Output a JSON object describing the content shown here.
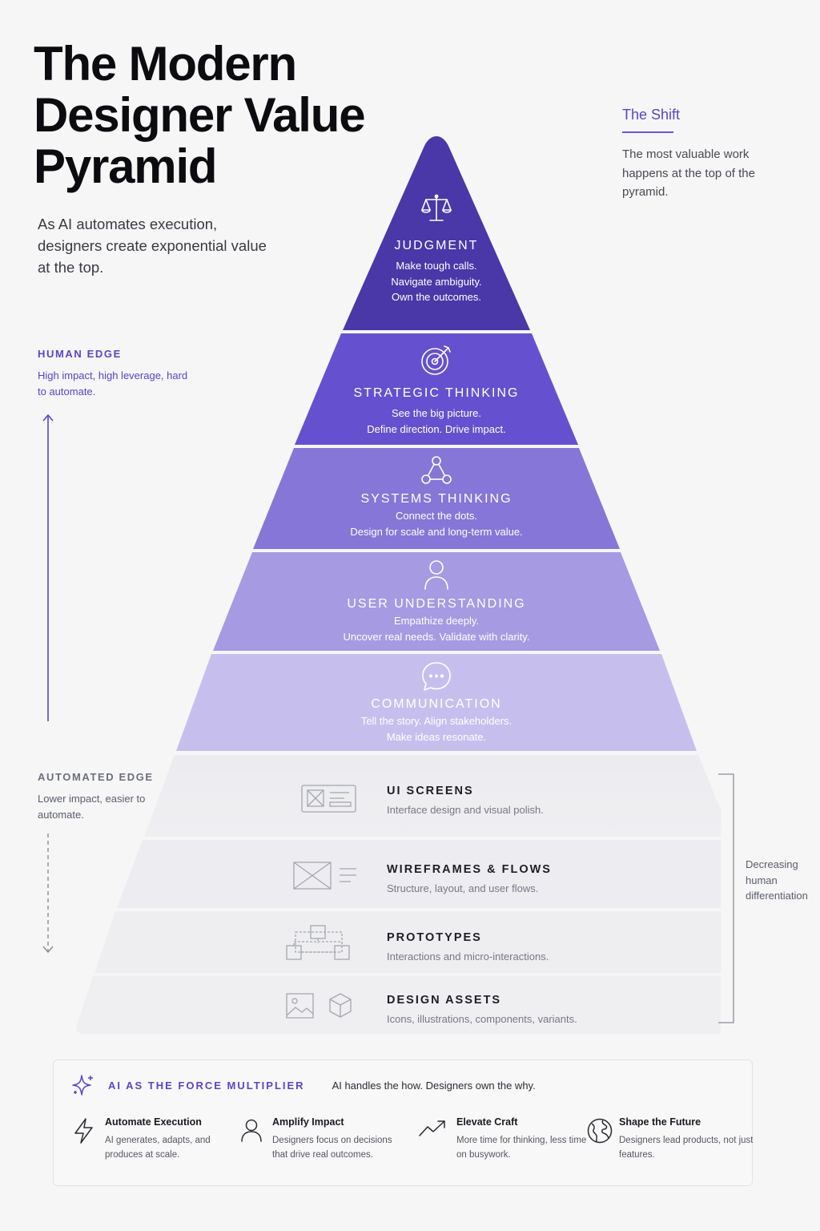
{
  "title_lines": [
    "The Modern",
    "Designer Value",
    "Pyramid"
  ],
  "subtitle": "As AI automates execution, designers create exponential value at the top.",
  "shift": {
    "title": "The Shift",
    "body": "The most valuable work happens at the top of the pyramid."
  },
  "human_edge": {
    "label": "HUMAN EDGE",
    "desc": "High impact, high leverage, hard to automate."
  },
  "automated_edge": {
    "label": "AUTOMATED EDGE",
    "desc": "Lower impact, easier to automate."
  },
  "upper_tiers": [
    {
      "name": "JUDGMENT",
      "icon": "scales-icon",
      "lines": [
        "Make tough calls.",
        "Navigate ambiguity.",
        "Own the outcomes."
      ]
    },
    {
      "name": "STRATEGIC THINKING",
      "icon": "target-icon",
      "lines": [
        "See the big picture.",
        "Define direction. Drive impact."
      ]
    },
    {
      "name": "SYSTEMS THINKING",
      "icon": "network-icon",
      "lines": [
        "Connect the dots.",
        "Design for scale and long-term value."
      ]
    },
    {
      "name": "USER UNDERSTANDING",
      "icon": "user-icon",
      "lines": [
        "Empathize deeply.",
        "Uncover real needs. Validate with clarity."
      ]
    },
    {
      "name": "COMMUNICATION",
      "icon": "chat-bubble-icon",
      "lines": [
        "Tell the story. Align stakeholders.",
        "Make ideas resonate."
      ]
    }
  ],
  "lower_tiers": [
    {
      "name": "UI SCREENS",
      "icon": "screen-layout-icon",
      "desc": "Interface design and visual polish."
    },
    {
      "name": "WIREFRAMES & FLOWS",
      "icon": "wireframe-icon",
      "desc": "Structure, layout, and user flows."
    },
    {
      "name": "PROTOTYPES",
      "icon": "flow-diagram-icon",
      "desc": "Interactions and micro-interactions."
    },
    {
      "name": "DESIGN ASSETS",
      "icon": "image-cube-icon",
      "desc": "Icons, illustrations, components, variants."
    }
  ],
  "bracket_label": "Decreasing human differentiation",
  "multiplier": {
    "title": "AI AS THE FORCE MULTIPLIER",
    "tagline": "AI handles the how. Designers own the why.",
    "features": [
      {
        "title": "Automate Execution",
        "desc": "AI generates, adapts, and produces at scale.",
        "icon": "lightning-icon"
      },
      {
        "title": "Amplify Impact",
        "desc": "Designers focus on decisions that drive real outcomes.",
        "icon": "person-icon"
      },
      {
        "title": "Elevate Craft",
        "desc": "More time for thinking, less time on busywork.",
        "icon": "trend-up-icon"
      },
      {
        "title": "Shape the Future",
        "desc": "Designers lead products, not just features.",
        "icon": "globe-icon"
      }
    ]
  },
  "colors": {
    "tier_fills": [
      "#4a37a8",
      "#6551cf",
      "#8676d8",
      "#a69ae2",
      "#c6bfee"
    ],
    "lower_fill": "#ececf0",
    "accent": "#5b44c7"
  }
}
